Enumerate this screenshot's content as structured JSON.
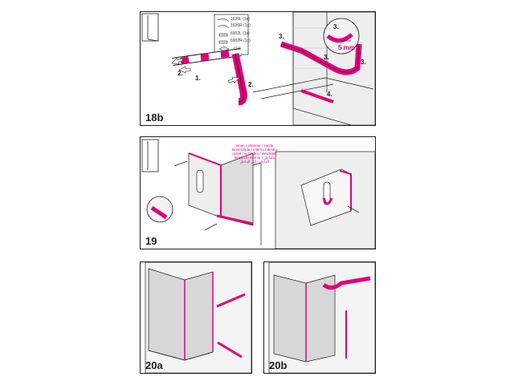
{
  "colors": {
    "accent": "#e0007a",
    "line": "#1e1e1e",
    "glass": "#d7d7d7",
    "wall": "#eeeeee"
  },
  "panel_18b": {
    "step": "18b",
    "parts": [
      "1636L (1x)",
      "1636R (1x)",
      "6902L (1x)",
      "6902R (1x)",
      "(1x)"
    ],
    "callouts": [
      "1.",
      "2.",
      "2.",
      "3.",
      "3.",
      "3.",
      "3.",
      "4."
    ],
    "measurement": "5 mm"
  },
  "panel_19": {
    "step": "19",
    "note_lines": [
      "innen / intérieur / inside",
      "binnenzijde / interno / dentro",
      "uvnitř / w środku / wewnątrz",
      "belső / in interior / بالداخل",
      "الداخل / إلى الداخل"
    ]
  },
  "panel_20a": {
    "step": "20a"
  },
  "panel_20b": {
    "step": "20b"
  }
}
